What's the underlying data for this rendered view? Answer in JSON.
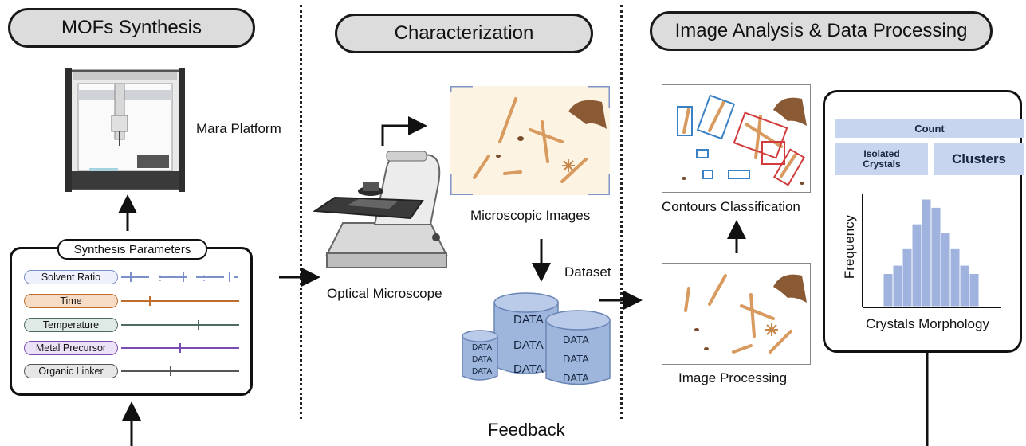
{
  "headers": {
    "synthesis": "MOFs Synthesis",
    "characterization": "Characterization",
    "analysis": "Image Analysis & Data Processing"
  },
  "labels": {
    "mara_platform": "Mara Platform",
    "optical_microscope": "Optical Microscope",
    "microscopic_images": "Microscopic Images",
    "dataset": "Dataset",
    "contours_classification": "Contours Classification",
    "image_processing": "Image Processing",
    "feedback": "Feedback"
  },
  "parameters": {
    "title": "Synthesis  Parameters",
    "items": [
      "Solvent Ratio",
      "Time",
      "Temperature",
      "Metal Precursor",
      "Organic Linker"
    ],
    "colors": [
      "#7b8fc9",
      "#c06c2b",
      "#4f6b64",
      "#7a4bb0",
      "#555555"
    ]
  },
  "database": {
    "cylinder_label": "DATA"
  },
  "panel": {
    "count": "Count",
    "isolated": "Isolated Crystals",
    "clusters": "Clusters",
    "ylabel": "Frequency",
    "xlabel": "Crystals Morphology",
    "histogram_values": [
      4,
      5,
      7,
      10,
      13,
      12,
      9,
      7,
      5,
      4
    ]
  }
}
